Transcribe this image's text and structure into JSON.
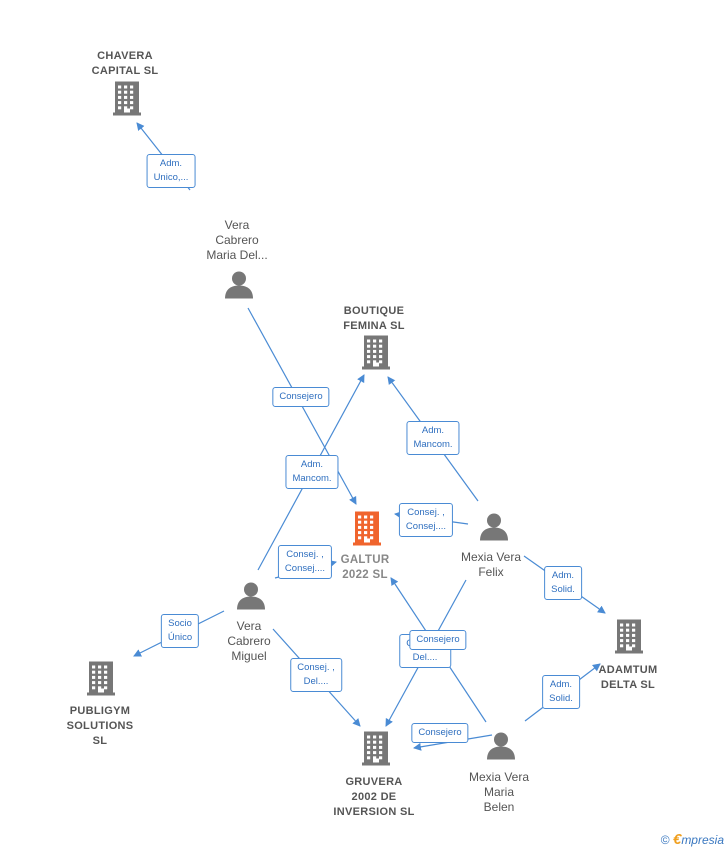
{
  "colors": {
    "edge": "#4a8bd4",
    "company": "#777777",
    "center": "#f0642d",
    "person": "#777777"
  },
  "nodes": [
    {
      "id": "chavera",
      "kind": "company",
      "label": "CHAVERA\nCAPITAL  SL",
      "icon": "building-icon"
    },
    {
      "id": "vera_maria",
      "kind": "person",
      "label": "Vera\nCabrero\nMaria Del...",
      "icon": "person-icon"
    },
    {
      "id": "boutique",
      "kind": "company",
      "label": "BOUTIQUE\nFEMINA  SL",
      "icon": "building-icon"
    },
    {
      "id": "galtur",
      "kind": "center",
      "label": "GALTUR\n2022  SL",
      "icon": "building-icon"
    },
    {
      "id": "mexia_felix",
      "kind": "person",
      "label": "Mexia Vera\nFelix",
      "icon": "person-icon"
    },
    {
      "id": "vera_miguel",
      "kind": "person",
      "label": "Vera\nCabrero\nMiguel",
      "icon": "person-icon"
    },
    {
      "id": "publigym",
      "kind": "company",
      "label": "PUBLIGYM\nSOLUTIONS\nSL",
      "icon": "building-icon"
    },
    {
      "id": "adamtum",
      "kind": "company",
      "label": "ADAMTUM\nDELTA  SL",
      "icon": "building-icon"
    },
    {
      "id": "gruvera",
      "kind": "company",
      "label": "GRUVERA\n2002 DE\nINVERSION SL",
      "icon": "building-icon"
    },
    {
      "id": "mexia_belen",
      "kind": "person",
      "label": "Mexia Vera\nMaria\nBelen",
      "icon": "person-icon"
    }
  ],
  "edges": [
    {
      "from": "vera_maria",
      "to": "chavera",
      "label": "Adm.\nUnico,..."
    },
    {
      "from": "vera_maria",
      "to": "galtur",
      "label": "Consejero"
    },
    {
      "from": "vera_miguel",
      "to": "boutique",
      "label": "Adm.\nMancom."
    },
    {
      "from": "mexia_felix",
      "to": "boutique",
      "label": "Adm.\nMancom."
    },
    {
      "from": "mexia_felix",
      "to": "galtur",
      "label": "Consej. ,\nConsej...."
    },
    {
      "from": "vera_miguel",
      "to": "galtur",
      "label": "Consej. ,\nConsej...."
    },
    {
      "from": "vera_miguel",
      "to": "publigym",
      "label": "Socio\nÚnico"
    },
    {
      "from": "mexia_felix",
      "to": "adamtum",
      "label": "Adm.\nSolid."
    },
    {
      "from": "vera_miguel",
      "to": "gruvera",
      "label": "Consej. ,\nDel...."
    },
    {
      "from": "mexia_felix",
      "to": "gruvera",
      "label": "Consej. ,\nDel...."
    },
    {
      "from": "mexia_belen",
      "to": "galtur",
      "label": "Consejero"
    },
    {
      "from": "mexia_belen",
      "to": "gruvera",
      "label": "Consejero"
    },
    {
      "from": "mexia_belen",
      "to": "adamtum",
      "label": "Adm.\nSolid."
    }
  ],
  "footer": {
    "copyright": "©",
    "brand_first": "€",
    "brand_rest": "mpresia"
  }
}
